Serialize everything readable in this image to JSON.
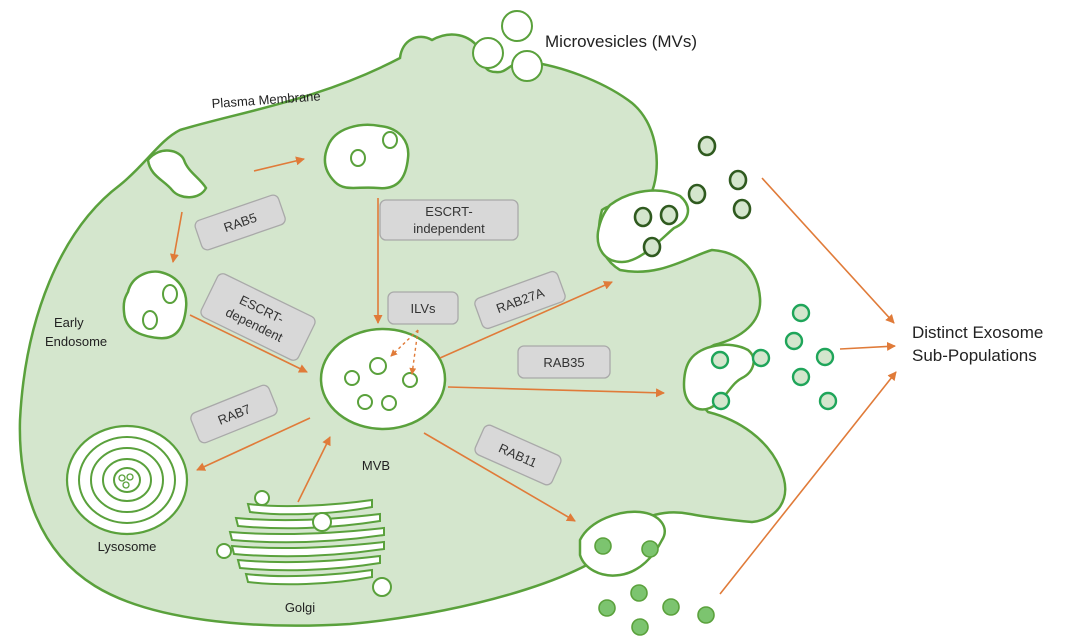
{
  "colors": {
    "cell_fill": "#d4e6cd",
    "membrane": "#5aa13c",
    "arrow": "#e07b39",
    "pill_fill": "#d8d8d8",
    "dark_exosome": "#2f5a1f",
    "mid_exosome": "#1fa55a",
    "light_exosome": "#7cc46f"
  },
  "labels": {
    "microvesicles": "Microvesicles (MVs)",
    "plasma_membrane": "Plasma Membrane",
    "early_endosome_line1": "Early",
    "early_endosome_line2": "Endosome",
    "mvb": "MVB",
    "lysosome": "Lysosome",
    "golgi": "Golgi",
    "distinct_line1": "Distinct Exosome",
    "distinct_line2": "Sub-Populations"
  },
  "pills": {
    "rab5": "RAB5",
    "escrt_dep_line1": "ESCRT-",
    "escrt_dep_line2": "dependent",
    "escrt_indep_line1": "ESCRT-",
    "escrt_indep_line2": "independent",
    "ilvs": "ILVs",
    "rab27a": "RAB27A",
    "rab35": "RAB35",
    "rab7": "RAB7",
    "rab11": "RAB11"
  }
}
